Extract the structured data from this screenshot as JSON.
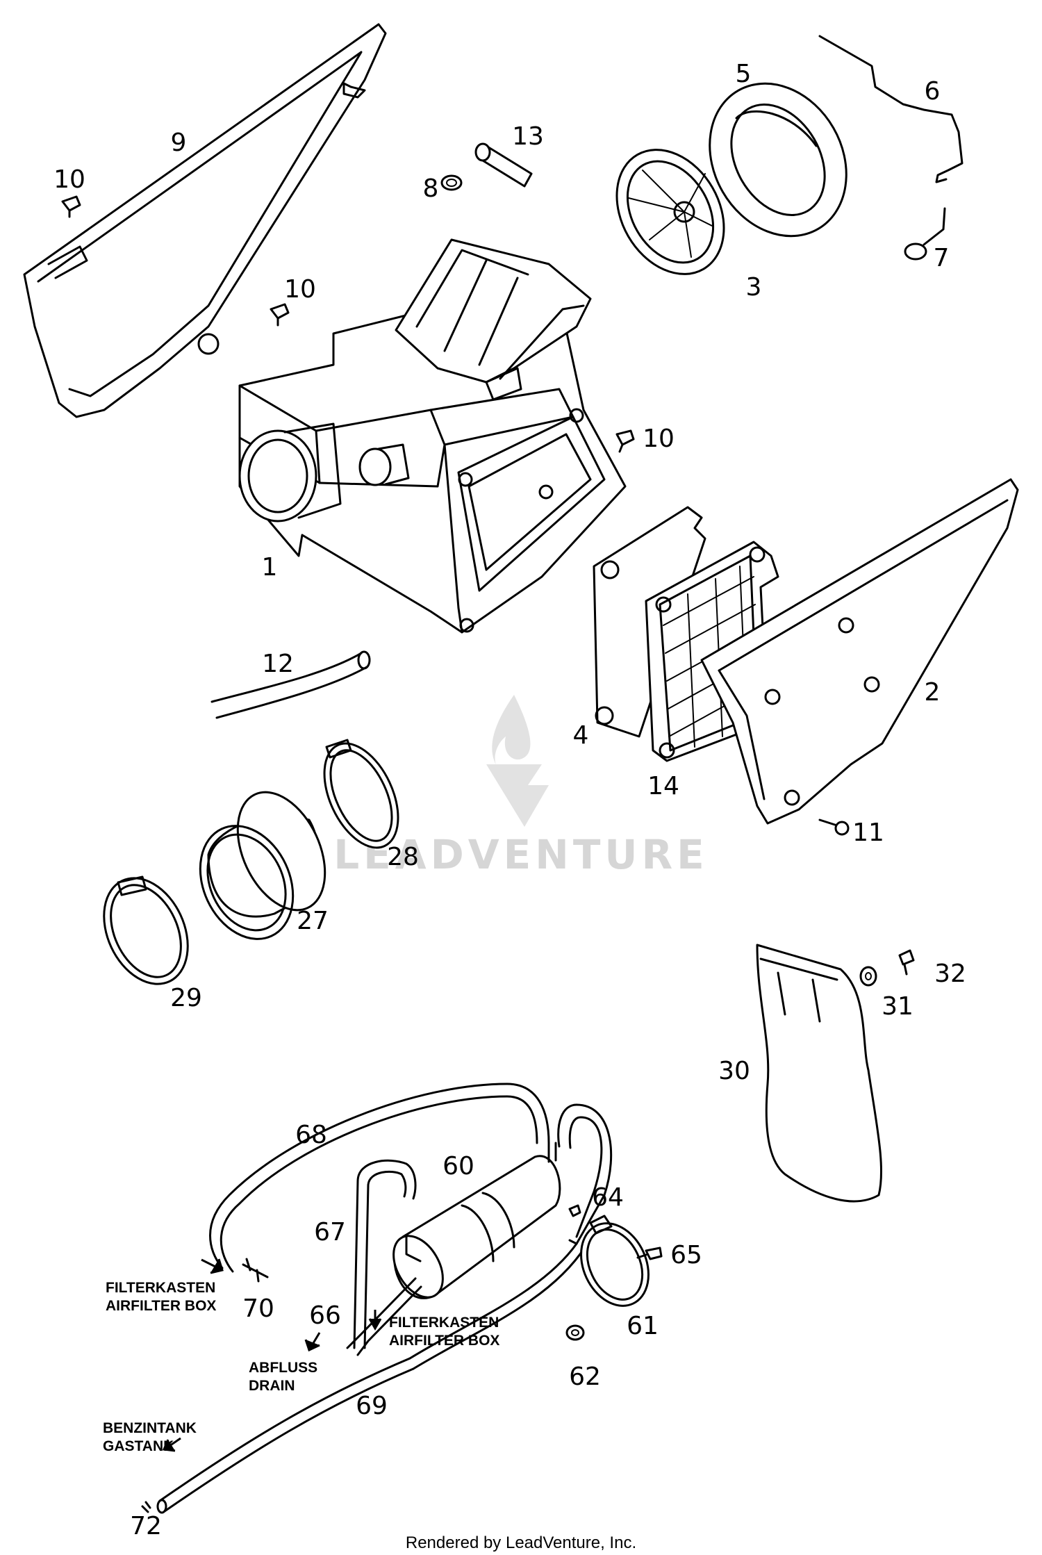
{
  "labels": {
    "p1": "1",
    "p2": "2",
    "p3": "3",
    "p4": "4",
    "p5": "5",
    "p6": "6",
    "p7": "7",
    "p8": "8",
    "p9": "9",
    "p10a": "10",
    "p10b": "10",
    "p10c": "10",
    "p11": "11",
    "p12": "12",
    "p13": "13",
    "p14": "14",
    "p27": "27",
    "p28": "28",
    "p29": "29",
    "p30": "30",
    "p31": "31",
    "p32": "32",
    "p60": "60",
    "p61": "61",
    "p62": "62",
    "p64": "64",
    "p65": "65",
    "p66": "66",
    "p67": "67",
    "p68": "68",
    "p69": "69",
    "p70": "70",
    "p72": "72"
  },
  "notes": {
    "filterkasten_1_de": "FILTERKASTEN",
    "filterkasten_1_en": "AIRFILTER BOX",
    "filterkasten_2_de": "FILTERKASTEN",
    "filterkasten_2_en": "AIRFILTER BOX",
    "abfluss_de": "ABFLUSS",
    "abfluss_en": "DRAIN",
    "benzintank_de": "BENZINTANK",
    "benzintank_en": "GASTANK"
  },
  "watermark": "LEADVENTURE",
  "footer": "Rendered by LeadVenture, Inc."
}
